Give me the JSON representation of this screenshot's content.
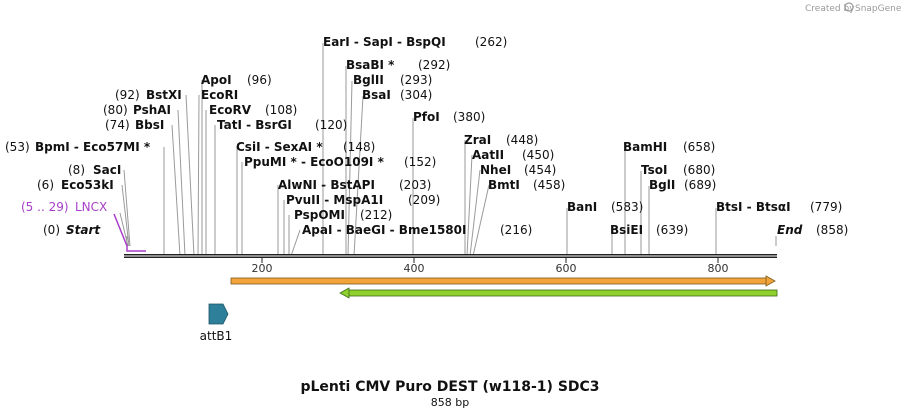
{
  "credit": "Created by",
  "brand": "SnapGene",
  "title": "pLenti CMV Puro DEST (w118-1) SDC3",
  "length_label": "858 bp",
  "feature_label": "attB1",
  "ticks": [
    "200",
    "400",
    "600",
    "800"
  ],
  "sites": {
    "start": {
      "name": "Start",
      "pos": "(0)"
    },
    "end": {
      "name": "End",
      "pos": "(858)"
    },
    "lncx": {
      "name": "LNCX",
      "pos": "(5 .. 29)"
    },
    "eco53ki": {
      "name": "Eco53kI",
      "pos": "(6)"
    },
    "saci": {
      "name": "SacI",
      "pos": "(8)"
    },
    "bpmi": {
      "name": "BpmI  -  Eco57MI *",
      "pos": "(53)"
    },
    "bbsi": {
      "name": "BbsI",
      "pos": "(74)"
    },
    "pshai": {
      "name": "PshAI",
      "pos": "(80)"
    },
    "bstxi": {
      "name": "BstXI",
      "pos": "(92)"
    },
    "ecori": {
      "name": "EcoRI",
      "pos": ""
    },
    "apoi": {
      "name": "ApoI",
      "pos": "(96)"
    },
    "ecorv": {
      "name": "EcoRV",
      "pos": "(108)"
    },
    "tati": {
      "name": "TatI  -  BsrGI",
      "pos": "(120)"
    },
    "csii": {
      "name": "CsiI  -  SexAI *",
      "pos": "(148)"
    },
    "ppumi": {
      "name": "PpuMI *  -  EcoO109I *",
      "pos": "(152)"
    },
    "alwni": {
      "name": "AlwNI  -  BstAPI",
      "pos": "(203)"
    },
    "pvuii": {
      "name": "PvuII  -  MspA1I",
      "pos": "(209)"
    },
    "pspomi": {
      "name": "PspOMI",
      "pos": "(212)"
    },
    "apai": {
      "name": "ApaI  -  BaeGI  -  Bme1580I",
      "pos": "(216)"
    },
    "eari": {
      "name": "EarI  -  SapI  -  BspQI",
      "pos": "(262)"
    },
    "bsabi": {
      "name": "BsaBI *",
      "pos": "(292)"
    },
    "bglii": {
      "name": "BglII",
      "pos": "(293)"
    },
    "bsai": {
      "name": "BsaI",
      "pos": "(304)"
    },
    "pfoi": {
      "name": "PfoI",
      "pos": "(380)"
    },
    "zrai": {
      "name": "ZraI",
      "pos": "(448)"
    },
    "aatii": {
      "name": "AatII",
      "pos": "(450)"
    },
    "nhei": {
      "name": "NheI",
      "pos": "(454)"
    },
    "bmti": {
      "name": "BmtI",
      "pos": "(458)"
    },
    "bani": {
      "name": "BanI",
      "pos": "(583)"
    },
    "bsiei": {
      "name": "BsiEI",
      "pos": "(639)"
    },
    "bamhi": {
      "name": "BamHI",
      "pos": "(658)"
    },
    "tsoi": {
      "name": "TsoI",
      "pos": "(680)"
    },
    "bgli": {
      "name": "BglI",
      "pos": "(689)"
    },
    "btsi": {
      "name": "BtsI  -  BtsαI",
      "pos": "(779)"
    }
  },
  "colors": {
    "backbone": "#222222",
    "fwd_arrow": "#f2a33a",
    "rev_arrow": "#8ed12e",
    "attb1": "#2e7f99",
    "lncx": "#a63fc9"
  }
}
